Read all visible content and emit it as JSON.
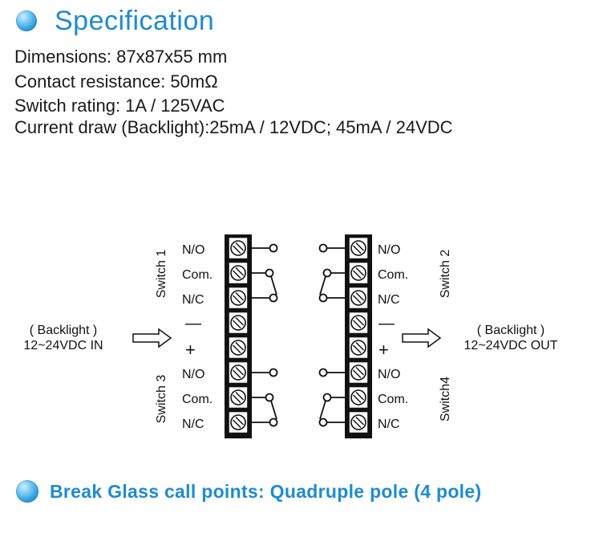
{
  "header": {
    "title": "Specification"
  },
  "specs": [
    "Dimensions: 87x87x55 mm",
    "Contact resistance: 50mΩ",
    "Switch rating: 1A / 125VAC",
    "Current draw (Backlight):25mA / 12VDC; 45mA / 24VDC"
  ],
  "diagram": {
    "left_input": {
      "line1": "( Backlight )",
      "line2": "12~24VDC IN"
    },
    "right_output": {
      "line1": "( Backlight )",
      "line2": "12~24VDC OUT"
    },
    "switch_labels": {
      "s1": "Switch 1",
      "s2": "Switch 2",
      "s3": "Switch 3",
      "s4": "Switch4"
    },
    "terminal_labels": {
      "no": "N/O",
      "com": "Com.",
      "nc": "N/C"
    },
    "polarity": {
      "minus": "—",
      "plus": "+"
    }
  },
  "footer": {
    "subtitle": "Break Glass call points: Quadruple pole (4 pole)"
  }
}
